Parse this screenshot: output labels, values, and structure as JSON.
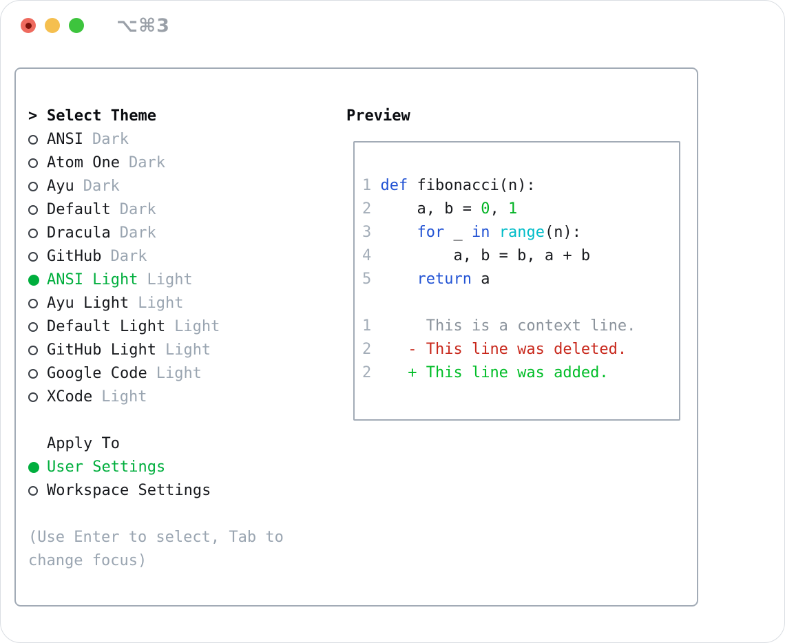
{
  "window": {
    "title": "⌥⌘3"
  },
  "palette": {
    "fg": "#17191d",
    "heading": "#0a0c10",
    "muted": "#9aa5b1",
    "line_number": "#a3adb8",
    "context": "#8b939c",
    "keyword_blue": "#2253d4",
    "builtin_cyan": "#00bcc8",
    "literal_green": "#00b323",
    "added_green": "#00bd27",
    "removed_red": "#c8281c",
    "selection_green": "#00ae3d",
    "radio_ring": "#3a3f46",
    "panel_border": "#a2abb6",
    "titlebar_red": "#ee6a5e",
    "titlebar_red_dot": "#7c120a",
    "titlebar_yellow": "#f5bf4f",
    "titlebar_green": "#3dc43d",
    "title_text": "#9aa0a8"
  },
  "theme_panel": {
    "header": {
      "prompt": ">",
      "label": "Select Theme"
    },
    "themes": [
      {
        "name": "ANSI",
        "variant": "Dark",
        "selected": false
      },
      {
        "name": "Atom One",
        "variant": "Dark",
        "selected": false
      },
      {
        "name": "Ayu",
        "variant": "Dark",
        "selected": false
      },
      {
        "name": "Default",
        "variant": "Dark",
        "selected": false
      },
      {
        "name": "Dracula",
        "variant": "Dark",
        "selected": false
      },
      {
        "name": "GitHub",
        "variant": "Dark",
        "selected": false
      },
      {
        "name": "ANSI Light",
        "variant": "Light",
        "selected": true
      },
      {
        "name": "Ayu Light",
        "variant": "Light",
        "selected": false
      },
      {
        "name": "Default Light",
        "variant": "Light",
        "selected": false
      },
      {
        "name": "GitHub Light",
        "variant": "Light",
        "selected": false
      },
      {
        "name": "Google Code",
        "variant": "Light",
        "selected": false
      },
      {
        "name": "XCode",
        "variant": "Light",
        "selected": false
      }
    ],
    "apply_to": {
      "label": "Apply To",
      "options": [
        {
          "label": "User Settings",
          "selected": true
        },
        {
          "label": "Workspace Settings",
          "selected": false
        }
      ]
    },
    "hint_lines": [
      "(Use Enter to select, Tab to",
      "change focus)"
    ]
  },
  "preview": {
    "header": "Preview",
    "lines": [
      [
        {
          "t": "1 ",
          "c": "line_number"
        },
        {
          "t": "def",
          "c": "keyword_blue"
        },
        {
          "t": " fibonacci(n):",
          "c": "fg"
        }
      ],
      [
        {
          "t": "2 ",
          "c": "line_number"
        },
        {
          "t": "    a, b = ",
          "c": "fg"
        },
        {
          "t": "0",
          "c": "literal_green"
        },
        {
          "t": ", ",
          "c": "fg"
        },
        {
          "t": "1",
          "c": "literal_green"
        }
      ],
      [
        {
          "t": "3 ",
          "c": "line_number"
        },
        {
          "t": "    ",
          "c": "fg"
        },
        {
          "t": "for",
          "c": "keyword_blue"
        },
        {
          "t": " _ ",
          "c": "fg"
        },
        {
          "t": "in",
          "c": "keyword_blue"
        },
        {
          "t": " ",
          "c": "fg"
        },
        {
          "t": "range",
          "c": "builtin_cyan"
        },
        {
          "t": "(n):",
          "c": "fg"
        }
      ],
      [
        {
          "t": "4 ",
          "c": "line_number"
        },
        {
          "t": "        a, b = b, a + b",
          "c": "fg"
        }
      ],
      [
        {
          "t": "5 ",
          "c": "line_number"
        },
        {
          "t": "    ",
          "c": "fg"
        },
        {
          "t": "return",
          "c": "keyword_blue"
        },
        {
          "t": " a",
          "c": "fg"
        }
      ],
      [],
      [
        {
          "t": "1 ",
          "c": "line_number"
        },
        {
          "t": "     This is a context line.",
          "c": "context"
        }
      ],
      [
        {
          "t": "2 ",
          "c": "line_number"
        },
        {
          "t": "   - This line was deleted.",
          "c": "removed_red"
        }
      ],
      [
        {
          "t": "2 ",
          "c": "line_number"
        },
        {
          "t": "   + This line was added.",
          "c": "added_green"
        }
      ]
    ]
  }
}
